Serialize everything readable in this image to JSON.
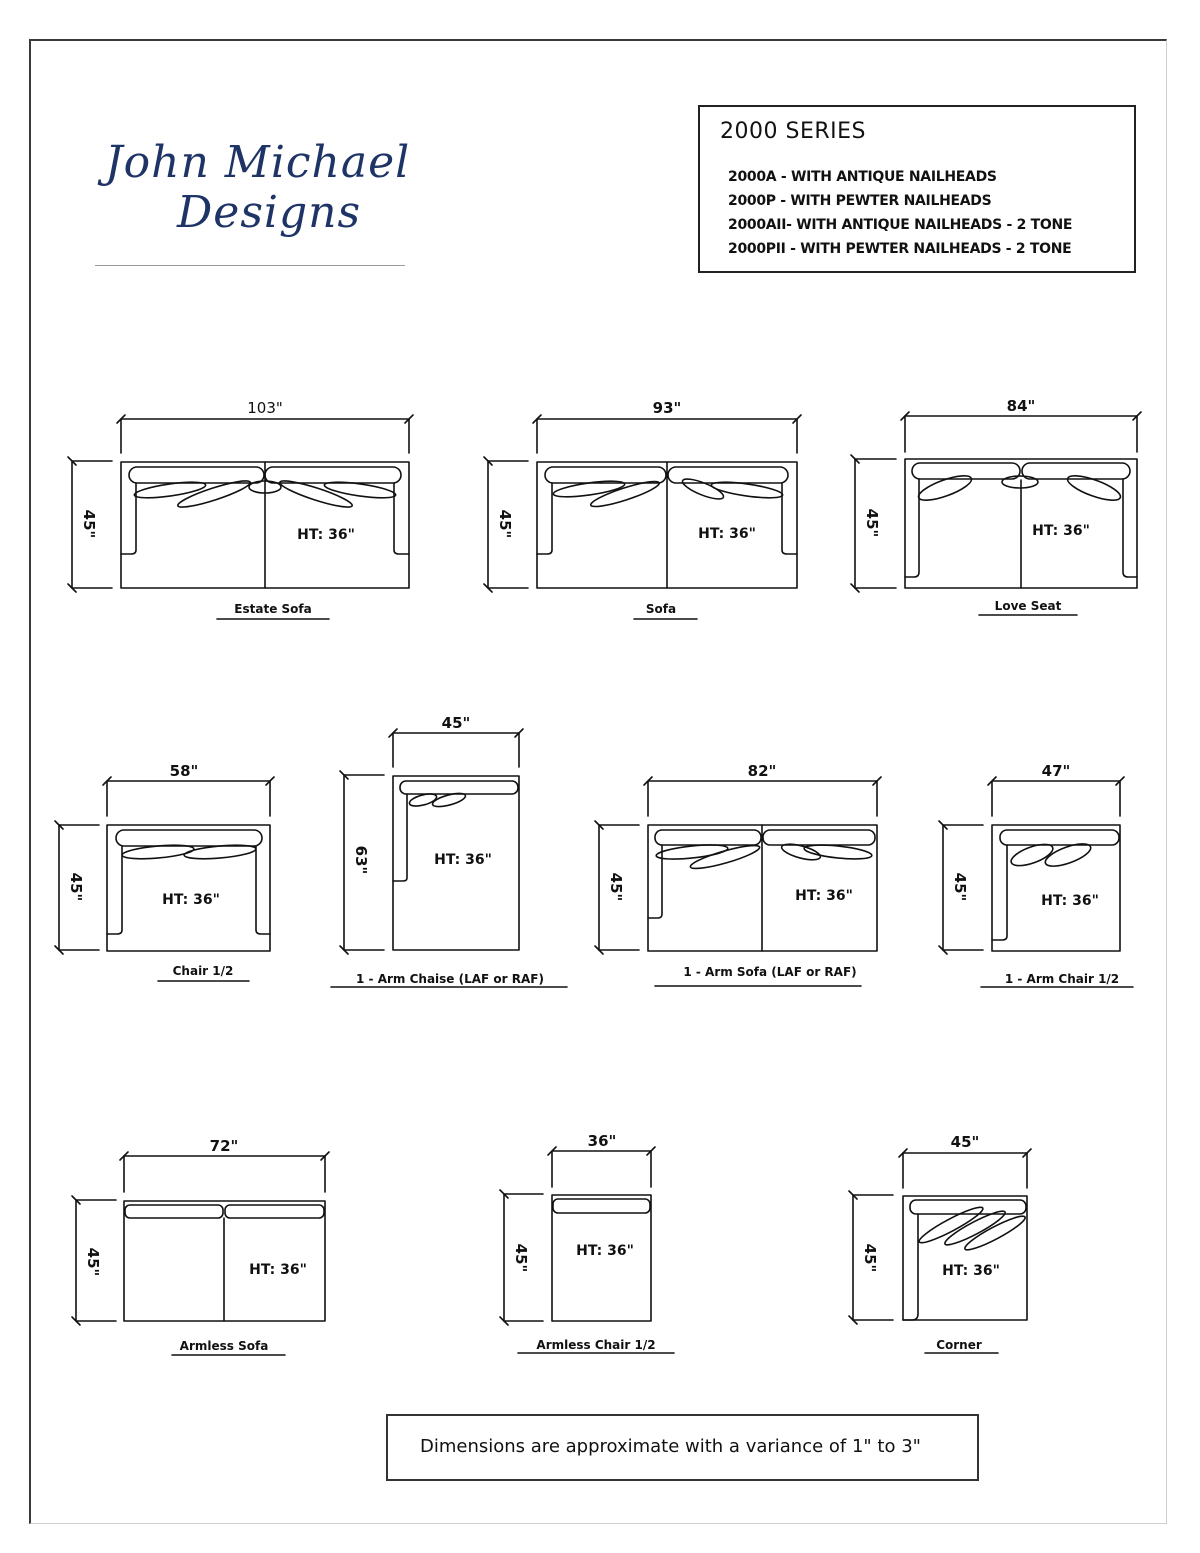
{
  "brand": {
    "line1": "John Michael",
    "line2": "Designs",
    "color": "#1f3466"
  },
  "series": {
    "title": "2000 SERIES",
    "items": [
      "2000A - WITH ANTIQUE NAILHEADS",
      "2000P - WITH PEWTER NAILHEADS",
      "2000AII- WITH ANTIQUE NAILHEADS - 2 TONE",
      "2000PII - WITH PEWTER NAILHEADS - 2 TONE"
    ]
  },
  "pieces": [
    {
      "name": "Estate Sofa",
      "width": "103\"",
      "depth": "45\"",
      "height": "HT: 36\""
    },
    {
      "name": "Sofa",
      "width": "93\"",
      "depth": "45\"",
      "height": "HT: 36\""
    },
    {
      "name": "Love Seat",
      "width": "84\"",
      "depth": "45\"",
      "height": "HT: 36\""
    },
    {
      "name": "Chair 1/2",
      "width": "58\"",
      "depth": "45\"",
      "height": "HT: 36\""
    },
    {
      "name": "1 - Arm Chaise (LAF or RAF)",
      "width": "45\"",
      "depth": "63\"",
      "height": "HT: 36\""
    },
    {
      "name": "1 - Arm Sofa (LAF or RAF)",
      "width": "82\"",
      "depth": "45\"",
      "height": "HT: 36\""
    },
    {
      "name": "1 - Arm Chair 1/2",
      "width": "47\"",
      "depth": "45\"",
      "height": "HT: 36\""
    },
    {
      "name": "Armless Sofa",
      "width": "72\"",
      "depth": "45\"",
      "height": "HT: 36\""
    },
    {
      "name": "Armless Chair 1/2",
      "width": "36\"",
      "depth": "45\"",
      "height": "HT: 36\""
    },
    {
      "name": "Corner",
      "width": "45\"",
      "depth": "45\"",
      "height": "HT: 36\""
    }
  ],
  "note": "Dimensions are approximate with a variance of 1\" to 3\""
}
